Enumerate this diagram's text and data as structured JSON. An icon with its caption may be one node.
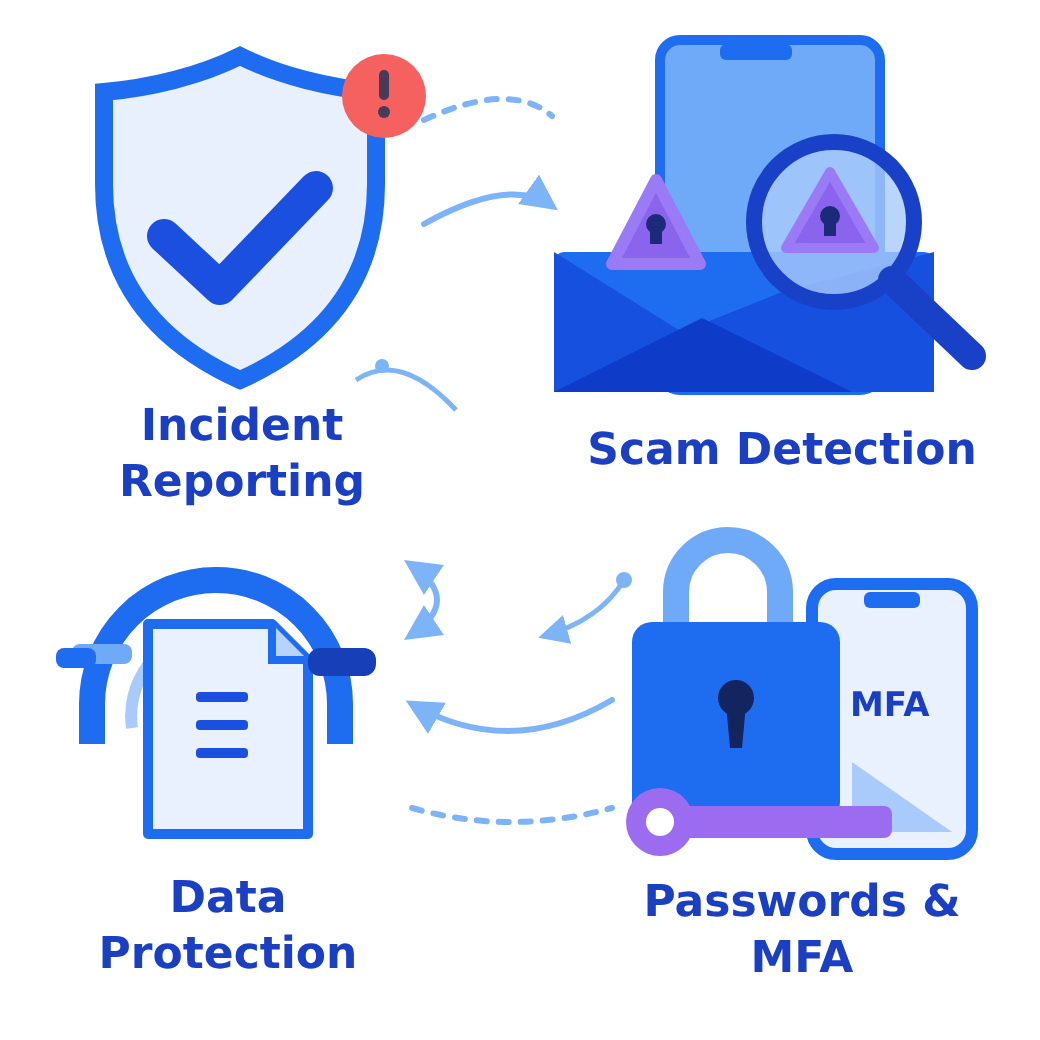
{
  "diagram": {
    "nodes": [
      {
        "text": [
          "Incident Reporting"
        ]
      },
      {
        "text": [
          "Scam Detection"
        ]
      },
      {
        "text": [
          "Data Protection"
        ]
      },
      {
        "text": [
          "Passwords & MFA"
        ]
      }
    ],
    "edges": [
      {
        "from": 0,
        "to": 1,
        "arrow": "none",
        "style": "dashed"
      },
      {
        "from": 0,
        "to": 1,
        "arrow": "to"
      },
      {
        "from": 3,
        "to": 2,
        "arrow": "to"
      },
      {
        "from": 2,
        "to": 3,
        "arrow": "none",
        "style": "dashed"
      }
    ],
    "labels": [
      "MFA"
    ]
  }
}
